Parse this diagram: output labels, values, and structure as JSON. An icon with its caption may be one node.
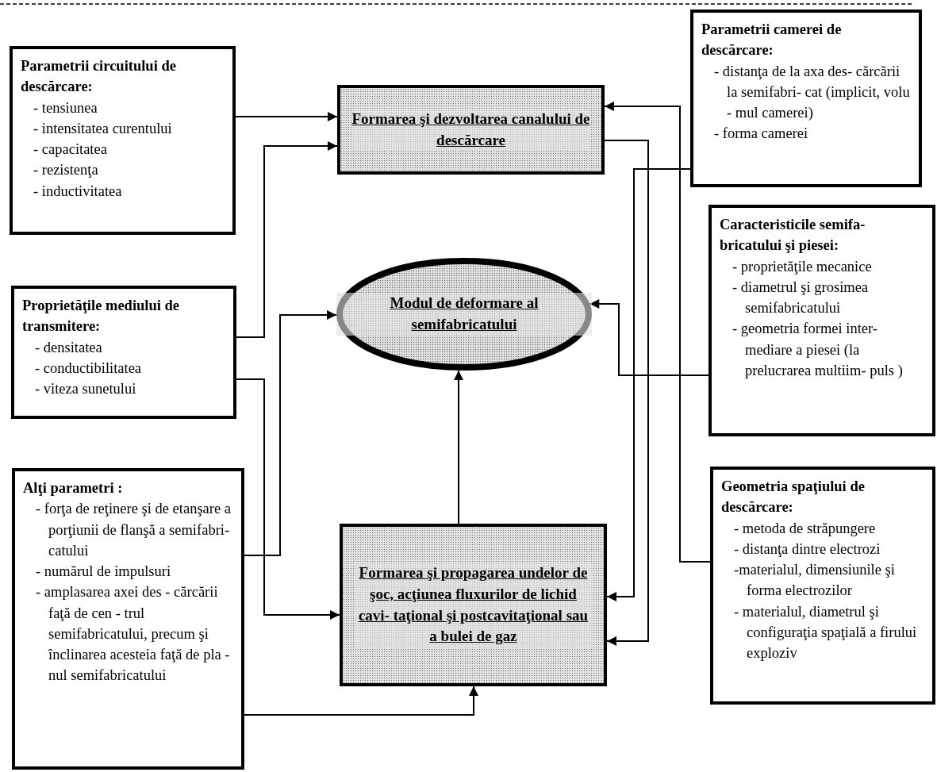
{
  "diagram": {
    "nodes": [
      {
        "text": [
          "Parametrii circuitului de descărcare:",
          "- tensiunea",
          "- intensitatea curentului",
          "- capacitatea",
          "- rezistenţa",
          "- inductivitatea"
        ]
      },
      {
        "text": [
          "Formarea şi dezvoltarea canalului de descărcare"
        ]
      },
      {
        "text": [
          "Parametrii camerei de descărcare:",
          "- distanţa de la axa des- cărcării la semifabri- cat (implicit, volu - mul camerei)",
          "- forma camerei"
        ]
      },
      {
        "text": [
          "Proprietăţile mediului de transmitere:",
          "- densitatea",
          "- conductibilitatea",
          "- viteza sunetului"
        ]
      },
      {
        "text": [
          "Modul de deformare al semifabricatului"
        ]
      },
      {
        "text": [
          "Caracteristicile semifa- bricatului şi piesei:",
          "- proprietăţile mecanice",
          "- diametrul şi grosimea semifabricatului",
          "- geometria formei inter- mediare a piesei (la prelucrarea multiim- puls )"
        ]
      },
      {
        "text": [
          "Alţi parametri :",
          "- forţa de reţinere şi de etanşare a porţiunii de flanşă a semifabri- catului",
          "- numărul de impulsuri",
          "- amplasarea axei des - cărcării faţă de cen - trul semifabricatului, precum şi înclinarea acesteia faţă de pla - nul semifabricatului"
        ]
      },
      {
        "text": [
          "Formarea şi propagarea undelor de şoc, acţiunea fluxurilor de lichid cavi- taţional şi postcavitaţional sau a bulei de gaz"
        ]
      },
      {
        "text": [
          "Geometria spaţiului de descărcare:",
          "- metoda de străpungere",
          "- distanţa dintre electrozi",
          "-materialul, dimensiunile şi forma electrozilor",
          "- materialul, diametrul şi configuraţia spaţială a firului exploziv"
        ]
      }
    ],
    "edges": [
      {
        "from": 0,
        "to": 1,
        "arrow": "to"
      },
      {
        "from": 3,
        "to": 1,
        "arrow": "to"
      },
      {
        "from": 3,
        "to": 7,
        "arrow": "to"
      },
      {
        "from": 6,
        "to": 4,
        "arrow": "to"
      },
      {
        "from": 6,
        "to": 7,
        "arrow": "to"
      },
      {
        "from": 7,
        "to": 4,
        "arrow": "to"
      },
      {
        "from": 2,
        "to": 7,
        "arrow": "to"
      },
      {
        "from": 1,
        "to": 7,
        "arrow": "to"
      },
      {
        "from": 8,
        "to": 1,
        "arrow": "to"
      },
      {
        "from": 5,
        "to": 4,
        "arrow": "to"
      }
    ]
  }
}
